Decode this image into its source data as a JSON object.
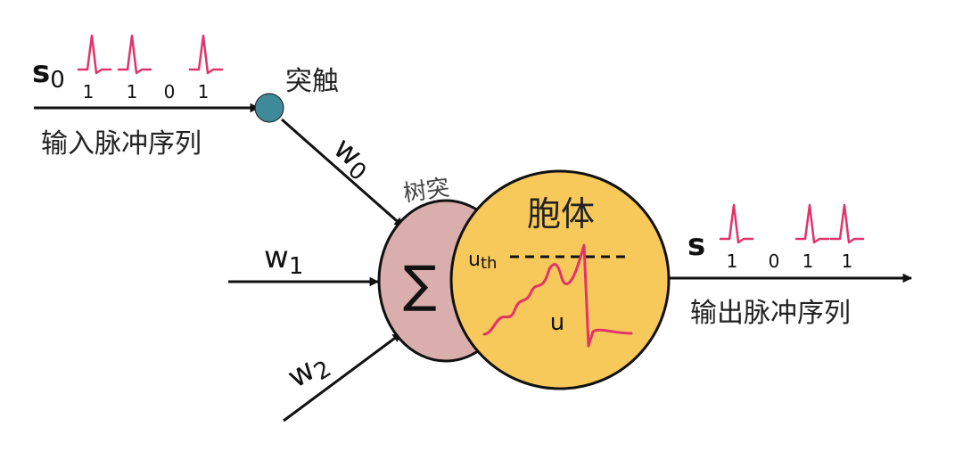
{
  "colors": {
    "soma_fill": "#f7c95a",
    "dendrite_fill": "#d9aeac",
    "synapse_fill": "#3f8a9a",
    "spike": "#e2336a",
    "line": "#111111"
  },
  "input": {
    "label": "s",
    "subscript": "0",
    "bits": [
      "1",
      "1",
      "0",
      "1"
    ],
    "caption": "输入脉冲序列"
  },
  "synapse": {
    "label": "突触"
  },
  "weights": [
    {
      "label": "w",
      "subscript": "0"
    },
    {
      "label": "w",
      "subscript": "1"
    },
    {
      "label": "w",
      "subscript": "2"
    }
  ],
  "dendrite": {
    "label": "树突",
    "symbol": "∑"
  },
  "soma": {
    "label": "胞体",
    "threshold_label": "u",
    "threshold_subscript": "th",
    "potential_label": "u"
  },
  "output": {
    "label": "s",
    "bits": [
      "1",
      "0",
      "1",
      "1"
    ],
    "caption": "输出脉冲序列"
  }
}
